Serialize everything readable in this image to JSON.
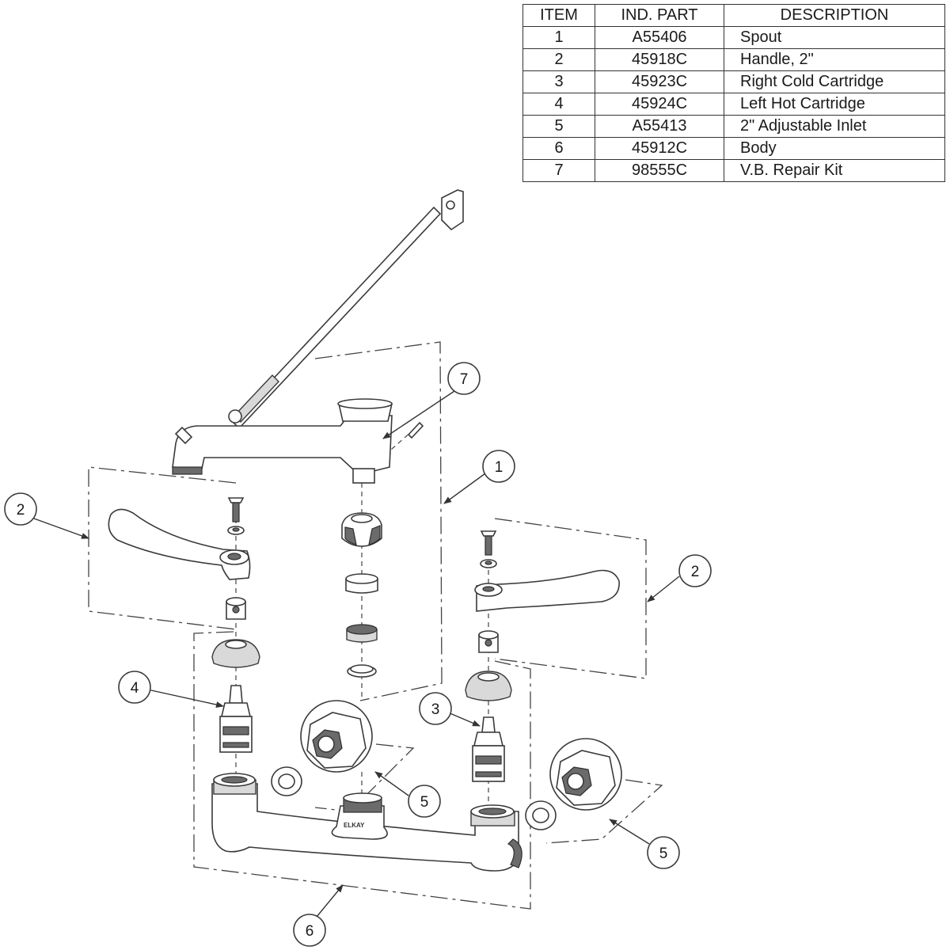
{
  "table": {
    "headers": [
      "ITEM",
      "IND. PART",
      "DESCRIPTION"
    ],
    "rows": [
      {
        "item": "1",
        "part": "A55406",
        "desc": "Spout"
      },
      {
        "item": "2",
        "part": "45918C",
        "desc": "Handle, 2\""
      },
      {
        "item": "3",
        "part": "45923C",
        "desc": "Right Cold Cartridge"
      },
      {
        "item": "4",
        "part": "45924C",
        "desc": "Left Hot Cartridge"
      },
      {
        "item": "5",
        "part": "A55413",
        "desc": "2\" Adjustable Inlet"
      },
      {
        "item": "6",
        "part": "45912C",
        "desc": "Body"
      },
      {
        "item": "7",
        "part": "98555C",
        "desc": "V.B. Repair Kit"
      }
    ]
  },
  "callouts": {
    "c1": "1",
    "c2_left": "2",
    "c2_right": "2",
    "c3": "3",
    "c4": "4",
    "c5_center": "5",
    "c5_right": "5",
    "c6": "6",
    "c7": "7"
  },
  "body_logo": "ELKAY"
}
